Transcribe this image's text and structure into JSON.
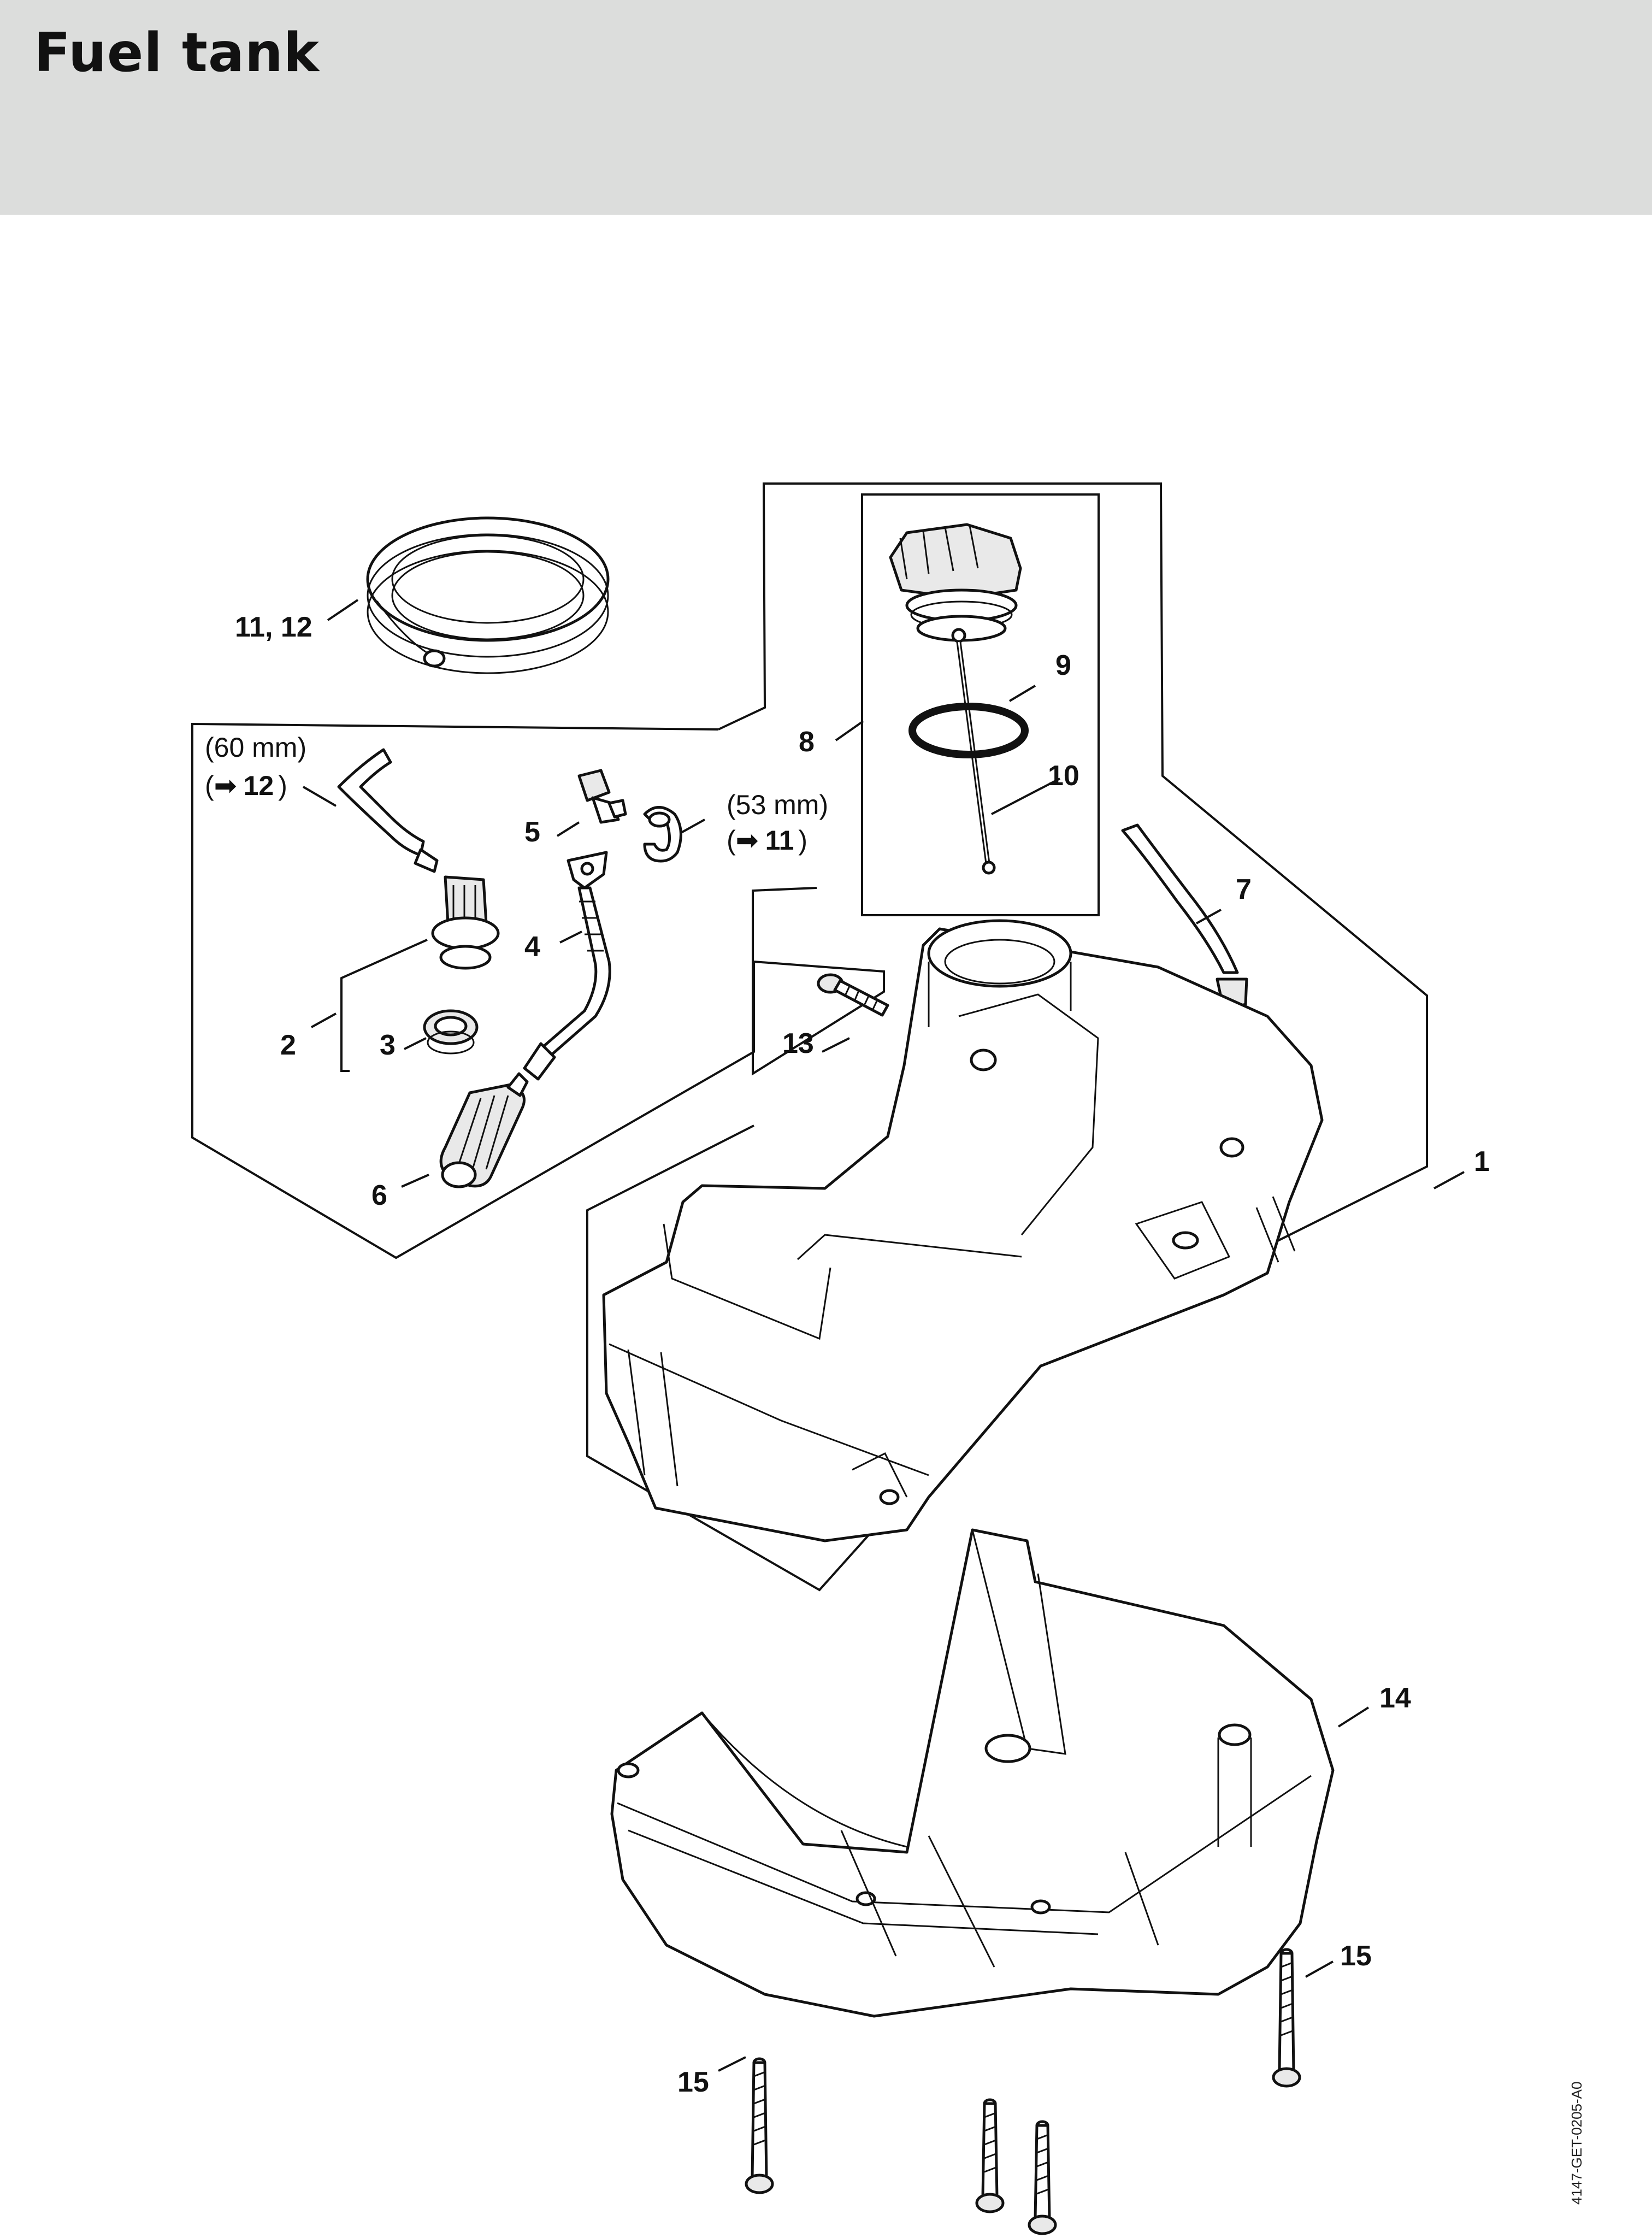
{
  "page": {
    "title": "Fuel tank",
    "figure_code": "4147-GET-0205-A0"
  },
  "callouts": {
    "p1": "1",
    "p2": "2",
    "p3": "3",
    "p4": "4",
    "p5": "5",
    "p6": "6",
    "p7": "7",
    "p8": "8",
    "p9": "9",
    "p10": "10",
    "p11_12": "11, 12",
    "p13": "13",
    "p14": "14",
    "p15a": "15",
    "p15b": "15"
  },
  "notes": {
    "hose_60_length": "(60 mm)",
    "hose_60_ref_arrow": "➡",
    "hose_60_ref_num": "12",
    "hose_60_close": ")",
    "hose_53_length": "(53 mm)",
    "hose_53_ref_arrow": "➡",
    "hose_53_ref_num": "11",
    "hose_53_close": ")",
    "open_paren": "("
  }
}
